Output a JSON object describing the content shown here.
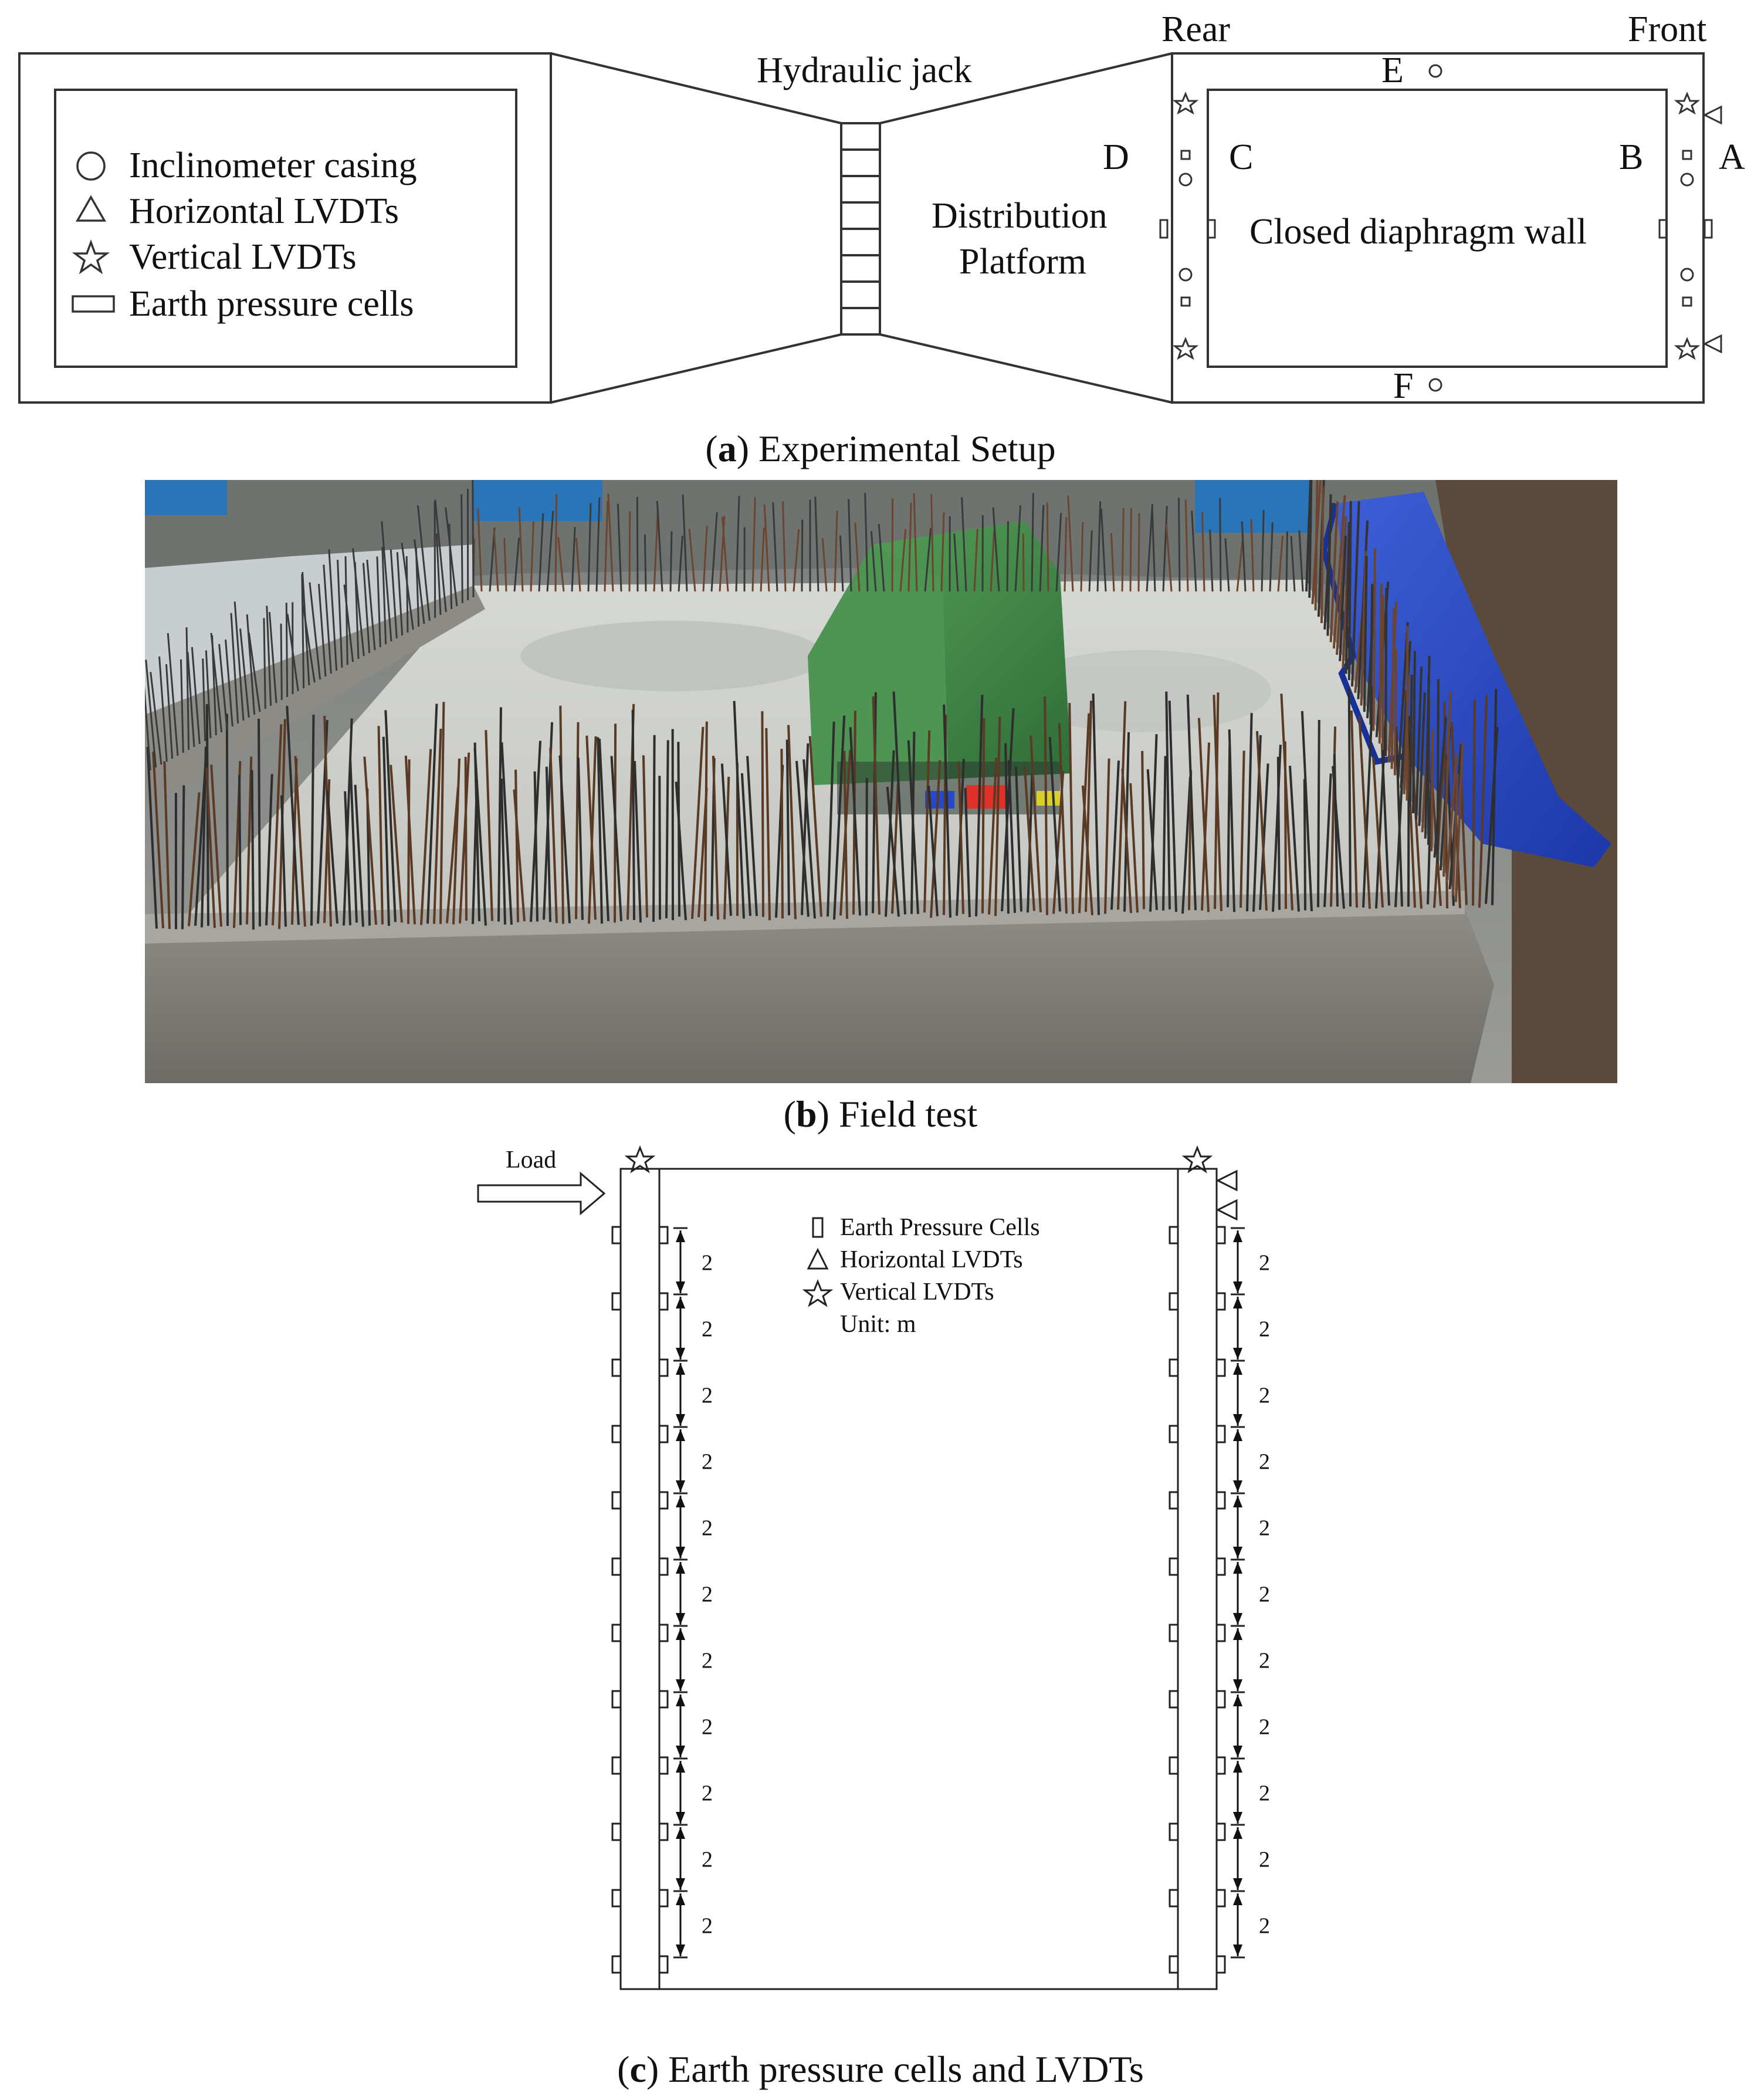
{
  "panel_a": {
    "caption_letter": "a",
    "caption_text": "Experimental Setup",
    "legend": {
      "items": [
        {
          "icon": "circle-icon",
          "label": "Inclinometer casing"
        },
        {
          "icon": "triangle-icon",
          "label": "Horizontal LVDTs"
        },
        {
          "icon": "star-icon",
          "label": "Vertical LVDTs"
        },
        {
          "icon": "rectangle-icon",
          "label": "Earth pressure cells"
        }
      ]
    },
    "labels": {
      "hydraulic_jack": "Hydraulic jack",
      "distribution_line1": "Distribution",
      "distribution_line2": "Platform",
      "wall": "Closed diaphragm wall",
      "rear": "Rear",
      "front": "Front",
      "A": "A",
      "B": "B",
      "C": "C",
      "D": "D",
      "E": "E",
      "F": "F"
    }
  },
  "panel_b": {
    "caption_letter": "b",
    "caption_text": "Field test"
  },
  "panel_c": {
    "caption_letter": "c",
    "caption_text": "Earth pressure cells and LVDTs",
    "load_label": "Load",
    "legend": {
      "items": [
        {
          "icon": "rectangle-icon",
          "label": "Earth Pressure Cells"
        },
        {
          "icon": "triangle-icon",
          "label": "Horizontal LVDTs"
        },
        {
          "icon": "star-icon",
          "label": "Vertical LVDTs"
        }
      ],
      "unit": "Unit: m"
    },
    "spacing_value": "2",
    "spacing_count": 11
  }
}
